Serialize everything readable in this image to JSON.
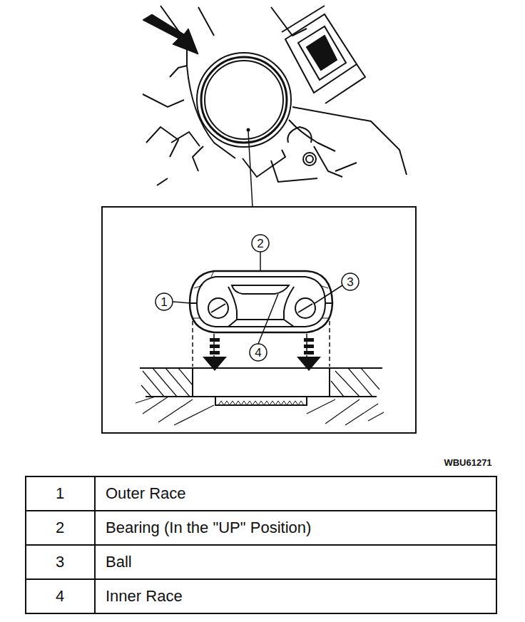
{
  "diagram": {
    "labels": [
      "2",
      "1",
      "3",
      "4",
      "WBU61271",
      "1",
      "Outer Race",
      "2",
      "Bearing (In the \"UP\" Position)",
      "3",
      "Ball",
      "4",
      "Inner Race"
    ]
  }
}
